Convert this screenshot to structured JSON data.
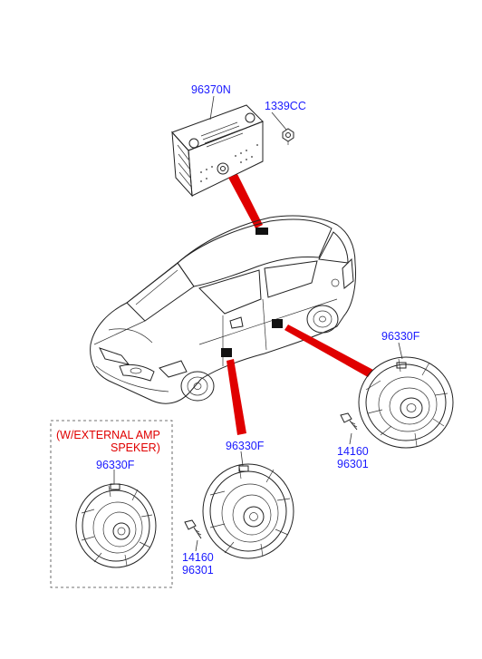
{
  "diagram": {
    "labels": {
      "amp_module": "96370N",
      "amp_nut": "1339CC",
      "rear_speaker": "96330F",
      "rear_screw_1": "14160",
      "rear_screw_2": "96301",
      "front_speaker": "96330F",
      "front_screw_1": "14160",
      "front_screw_2": "96301",
      "alt_speaker": "96330F"
    },
    "note": {
      "line1": "(W/EXTERNAL AMP",
      "line2": "SPEKER)"
    },
    "colors": {
      "label_blue": "#1a1aff",
      "note_red": "#e00000",
      "pointer_red": "#e00000",
      "line_dark": "#222222"
    }
  }
}
